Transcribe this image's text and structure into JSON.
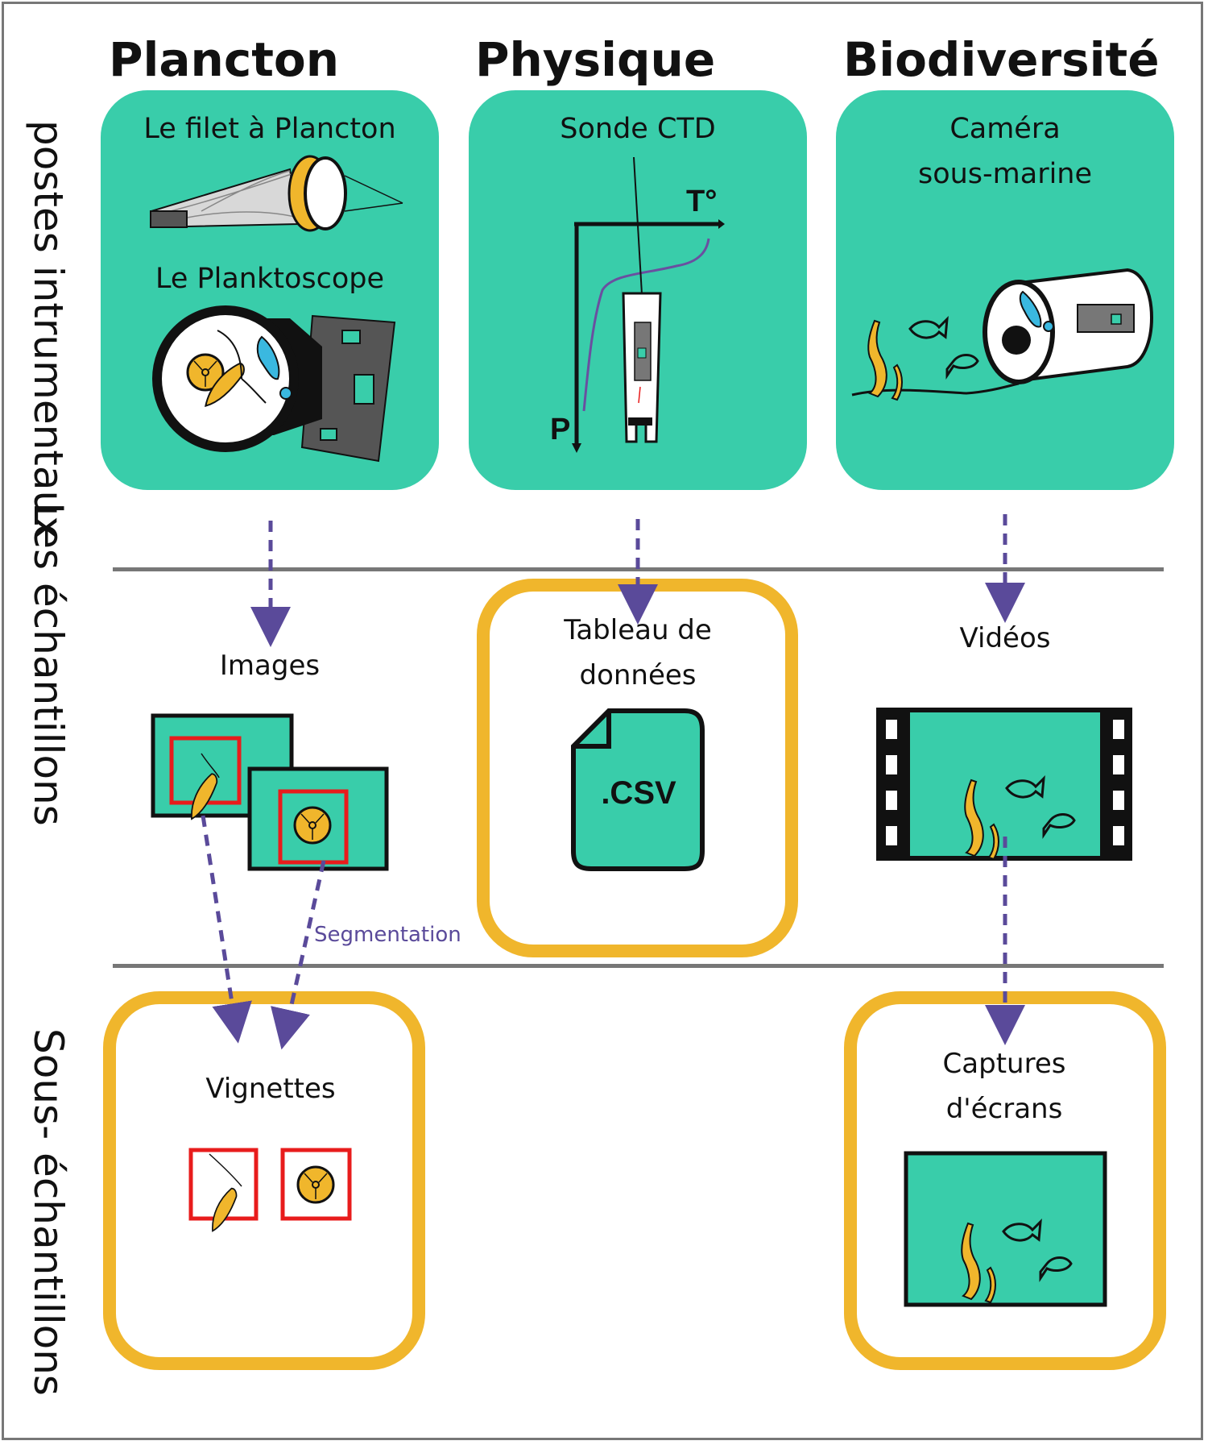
{
  "rows": {
    "instruments": "postes intrumentaux",
    "samples": "Les échantillons",
    "subsamples": "Sous- échantillons"
  },
  "columns": {
    "plankton": "Plancton",
    "physics": "Physique",
    "biodiversity": "Biodiversité"
  },
  "instruments": {
    "net": "Le filet à Plancton",
    "planktoscope": "Le Planktoscope",
    "ctd": "Sonde CTD",
    "ctd_temp_axis": "T°",
    "ctd_pressure_axis": "P",
    "camera_line1": "Caméra",
    "camera_line2": "sous-marine"
  },
  "samples": {
    "images": "Images",
    "table_line1": "Tableau de",
    "table_line2": "données",
    "csv": ".CSV",
    "videos": "Vidéos",
    "segmentation": "Segmentation"
  },
  "subsamples": {
    "thumbnails": "Vignettes",
    "captures_line1": "Captures",
    "captures_line2": "d'écrans"
  },
  "colors": {
    "teal": "#39cdaa",
    "orange": "#f0b62c",
    "arrow": "#5a4a9a",
    "red": "#e81c1c",
    "divider": "#777777"
  }
}
